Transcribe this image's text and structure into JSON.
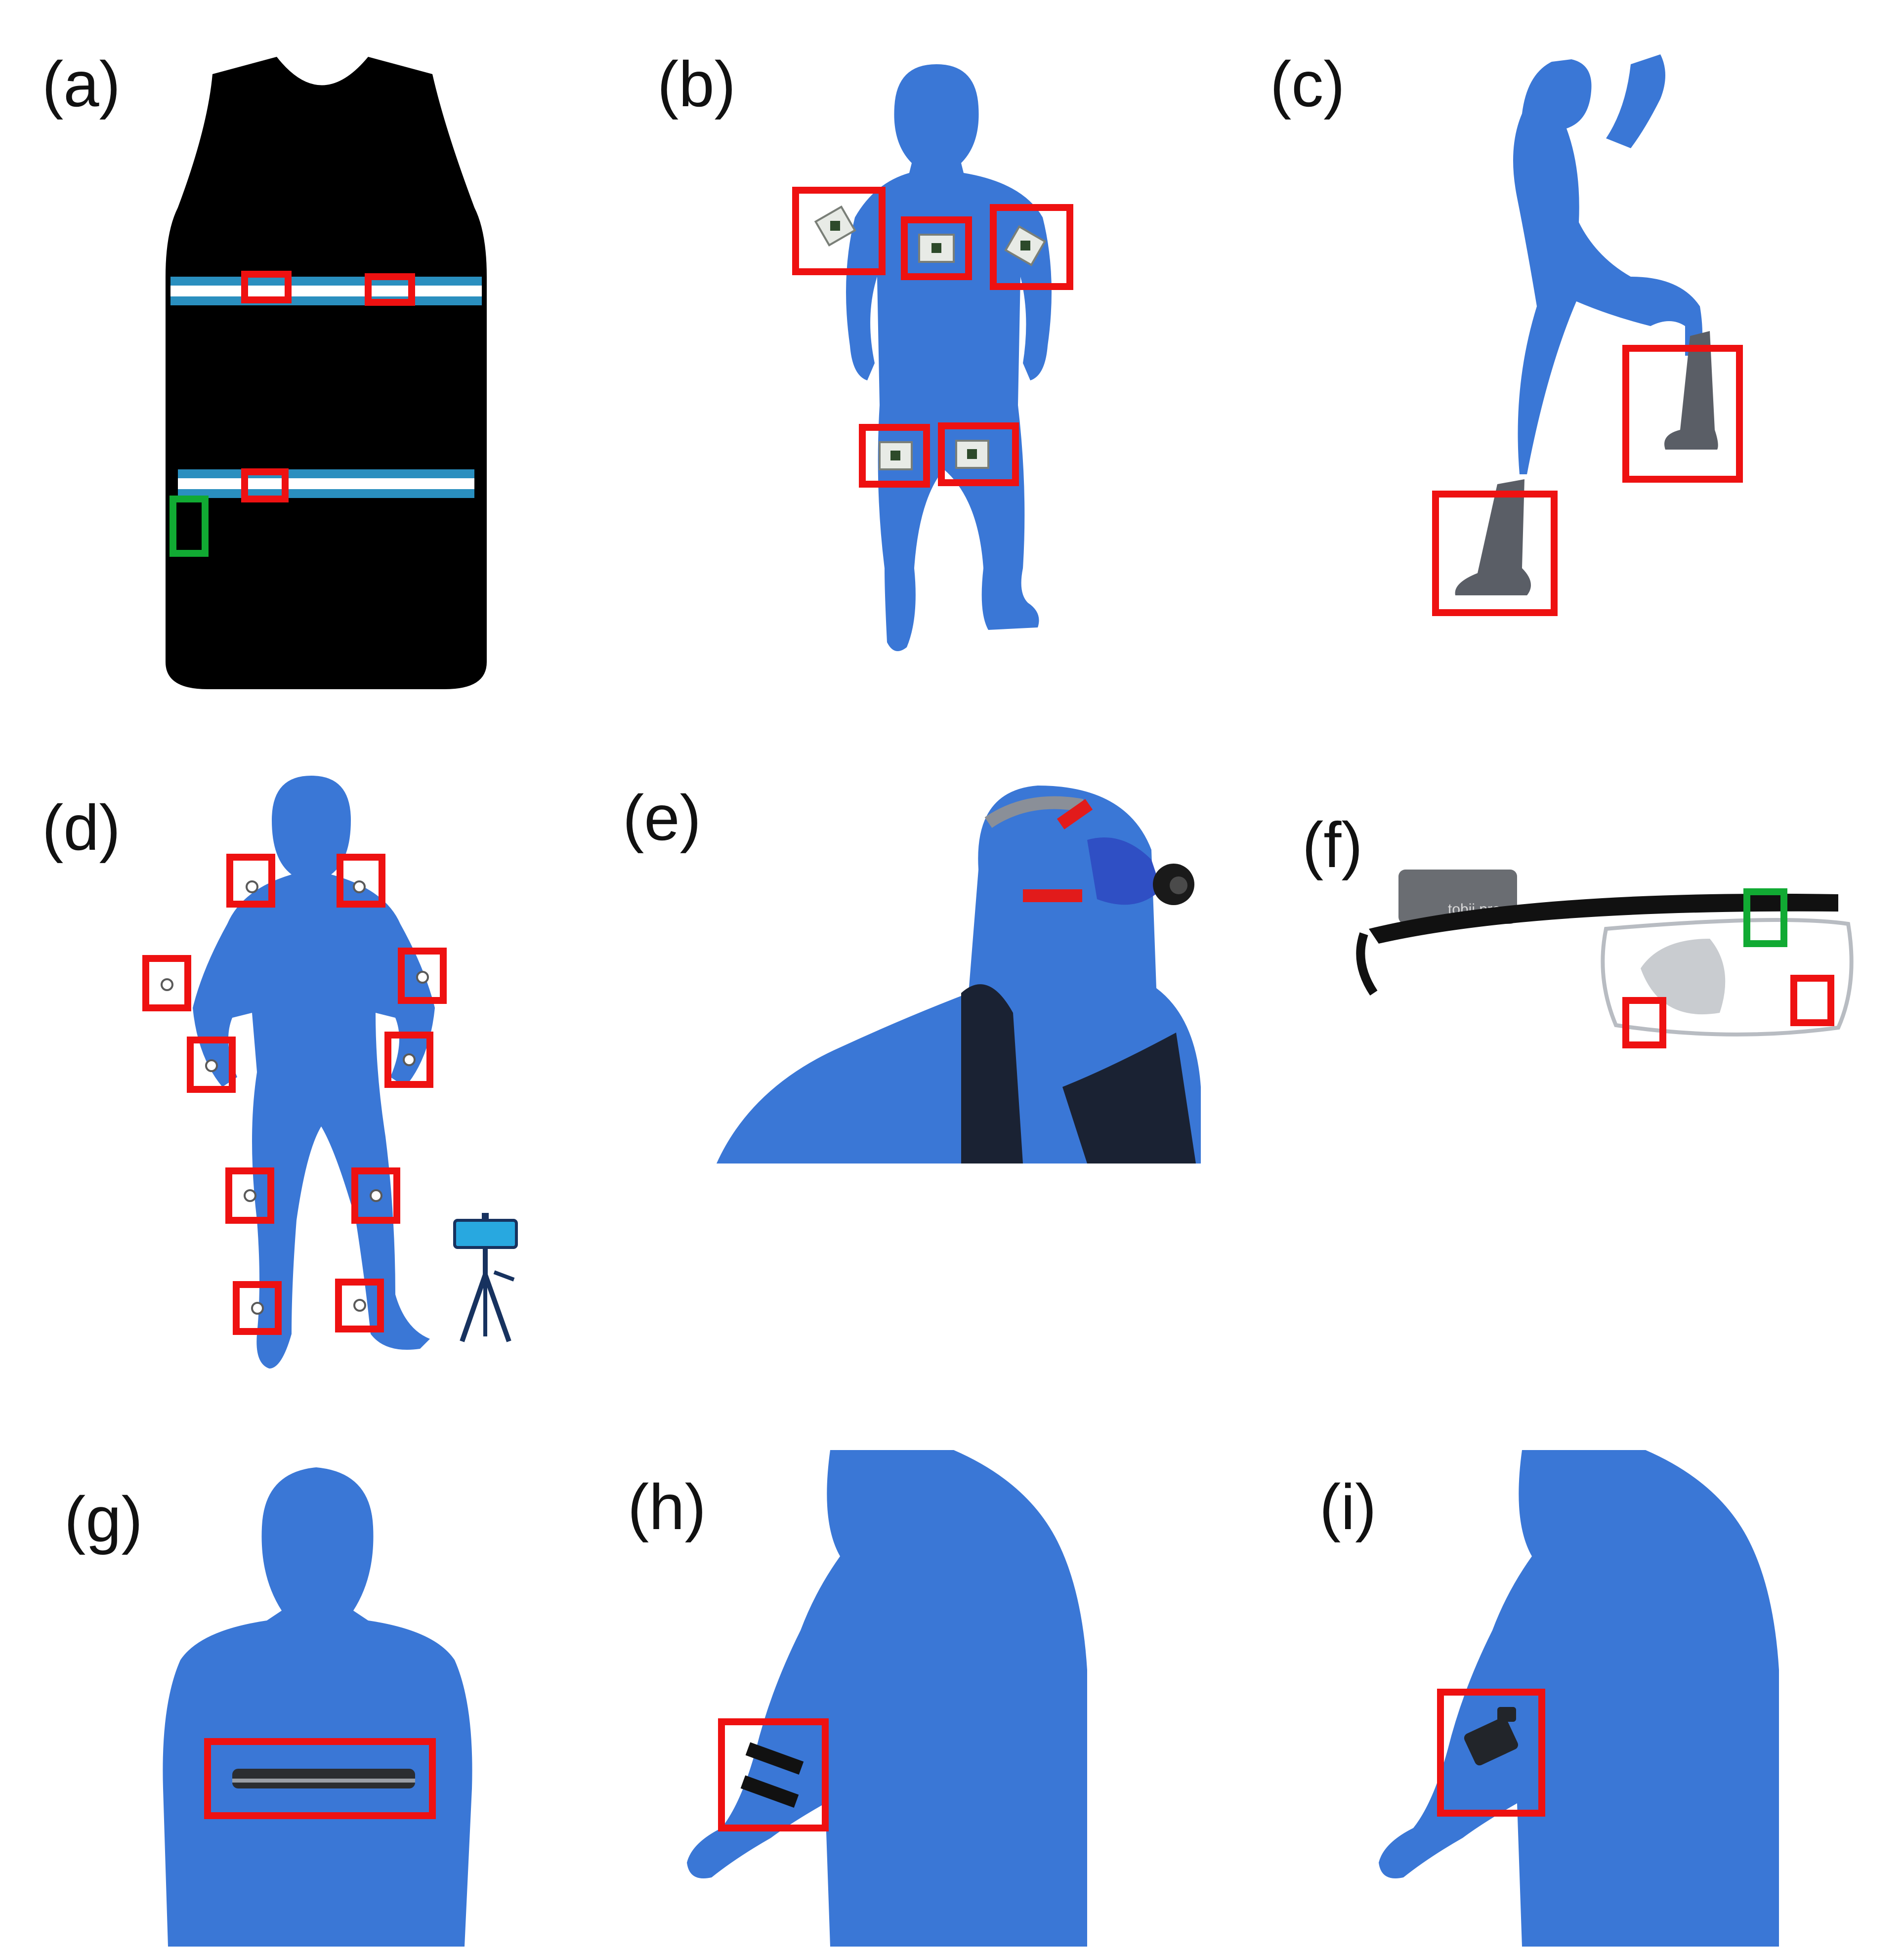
{
  "panels": {
    "a": {
      "label": "(a)"
    },
    "b": {
      "label": "(b)"
    },
    "c": {
      "label": "(c)"
    },
    "d": {
      "label": "(d)"
    },
    "e": {
      "label": "(e)"
    },
    "f": {
      "label": "(f)",
      "device_brand": "tobii pro"
    },
    "g": {
      "label": "(g)"
    },
    "h": {
      "label": "(h)"
    },
    "i": {
      "label": "(i)"
    }
  },
  "colors": {
    "silhouette": "#3a77d6",
    "highlight_red": "#ee1111",
    "highlight_green": "#11aa33",
    "shirt": "#000000",
    "strap": "#2a8fbf"
  }
}
